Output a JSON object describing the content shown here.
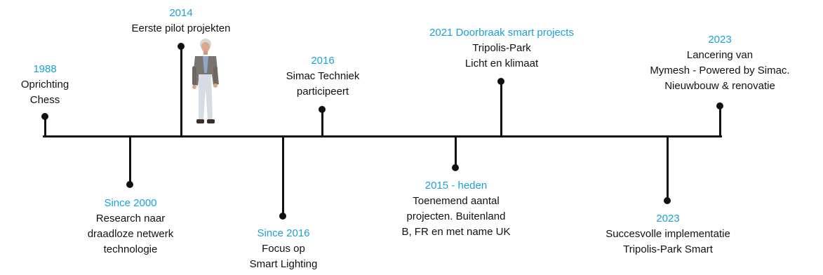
{
  "timeline": {
    "accent_color": "#1aa0dc",
    "events": [
      {
        "year": "1988",
        "lines": [
          "Oprichting",
          "Chess"
        ]
      },
      {
        "year": "2014",
        "lines": [
          "Eerste pilot projekten"
        ]
      },
      {
        "year": "2016",
        "lines": [
          "Simac Techniek",
          "participeert"
        ]
      },
      {
        "year": "2021 Doorbraak smart projects",
        "lines": [
          "Tripolis-Park",
          "Licht en klimaat"
        ]
      },
      {
        "year": "2023",
        "lines": [
          "Lancering van",
          "Mymesh - Powered by Simac.",
          "Nieuwbouw & renovatie"
        ]
      },
      {
        "year": "Since 2000",
        "lines": [
          "Research naar",
          "draadloze netwerk",
          "technologie"
        ]
      },
      {
        "year": "Since 2016",
        "lines": [
          "Focus op",
          "Smart Lighting"
        ]
      },
      {
        "year": "2015 - heden",
        "lines": [
          "Toenemend aantal",
          "projecten. Buitenland",
          "B, FR en met name UK"
        ]
      },
      {
        "year": "2023",
        "lines": [
          "Succesvolle implementatie",
          "Tripolis-Park Smart"
        ]
      }
    ]
  },
  "photo": {
    "icon": "walking-man-photo"
  }
}
